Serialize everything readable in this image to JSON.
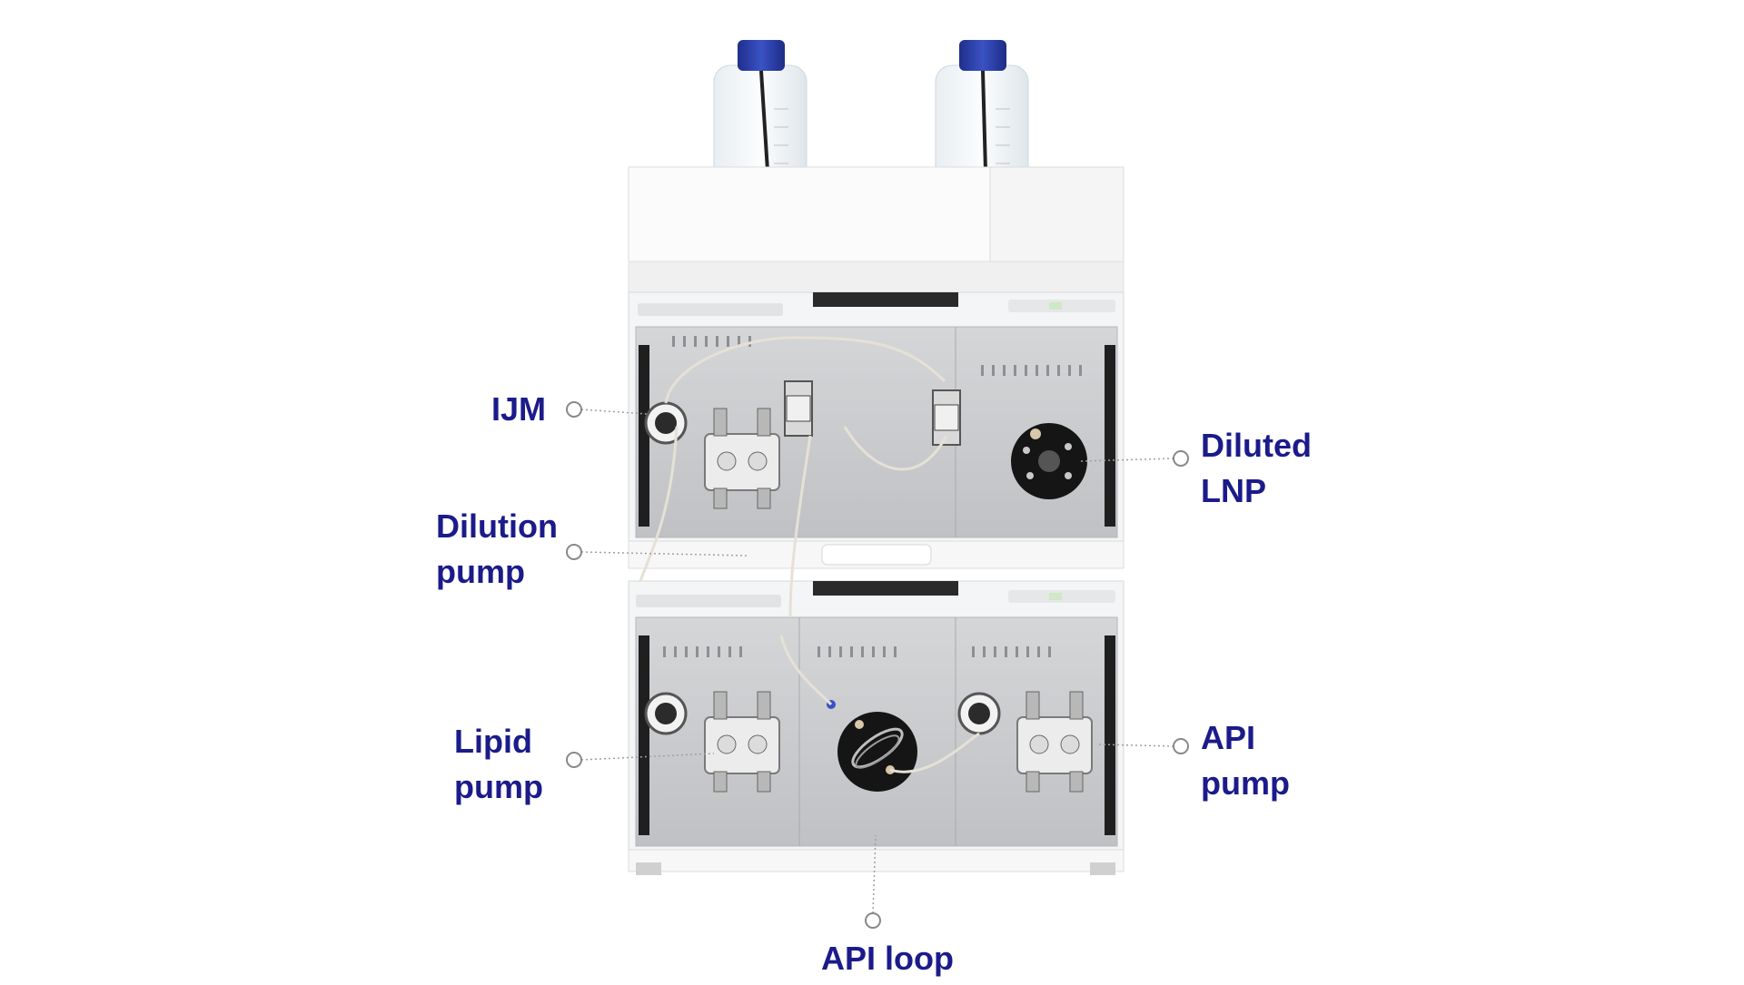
{
  "colors": {
    "label": "#1b1b8a",
    "cap": "#2b3fa8",
    "panel": "#c9cbce",
    "module": "#f3f4f5",
    "leader": "#9a9a9a"
  },
  "callouts": {
    "ijm": "IJM",
    "dilution_pump": "Dilution\npump",
    "diluted_lnp": "Diluted\nLNP",
    "lipid_pump": "Lipid\npump",
    "api_pump": "API\npump",
    "api_loop": "API loop"
  },
  "icons": [
    "bottle-icon",
    "pump-head-icon",
    "valve-icon",
    "loop-icon",
    "callout-dot-icon"
  ]
}
